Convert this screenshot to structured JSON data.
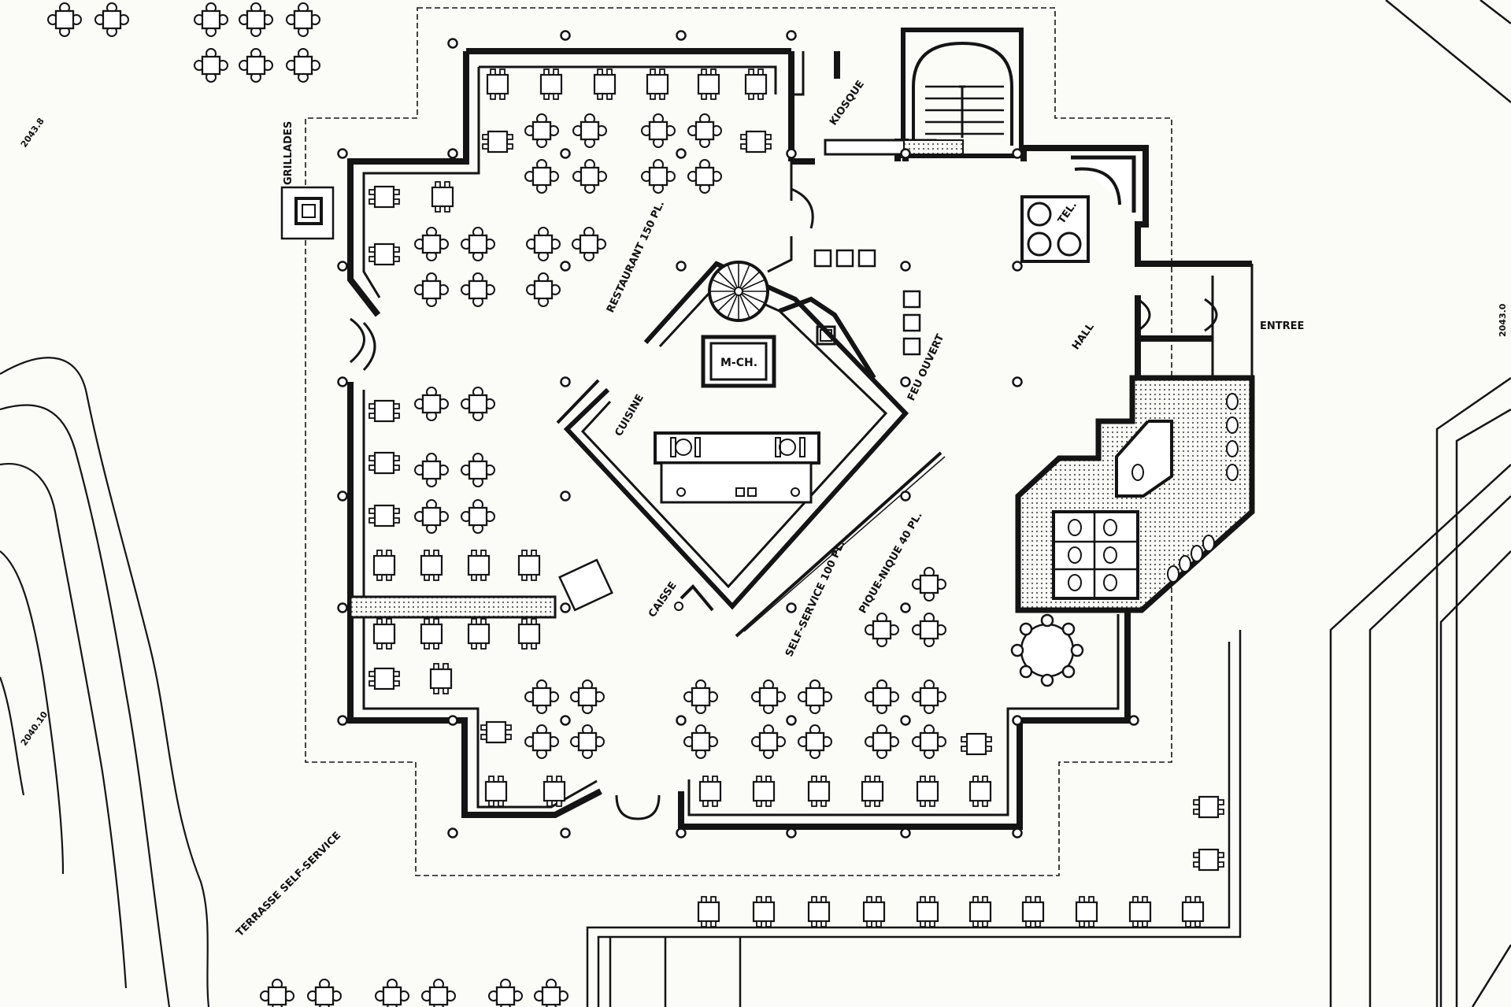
{
  "labels": {
    "grillades": "GRILLADES",
    "kiosque": "KIOSQUE",
    "restaurant": "RESTAURANT 150 PL.",
    "tel": "TEL.",
    "m_ch": "M-CH.",
    "cuisine": "CUISINE",
    "feu_ouvert": "FEU OUVERT",
    "hall": "HALL",
    "entree": "ENTREE",
    "caisse": "CAISSE",
    "self_service": "SELF-SERVICE 100 PL.",
    "pique_nique": "PIQUE-NIQUE 40 PL.",
    "terrasse": "TERRASSE SELF-SERVICE"
  },
  "elevations": {
    "nw": "2043.8",
    "east": "2043.0",
    "sw": "2040.10"
  },
  "colors": {
    "ink": "#141414",
    "paper": "#fbfbf8",
    "hatch": "#9a9a9a"
  }
}
